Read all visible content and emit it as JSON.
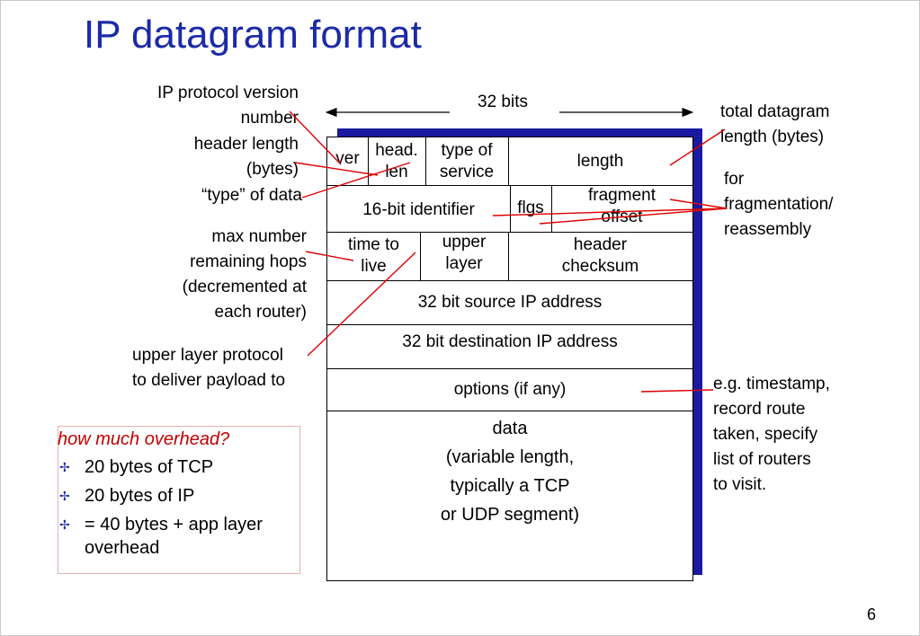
{
  "slide": {
    "title": "IP datagram format",
    "page_number": "6",
    "width_label": "32 bits"
  },
  "left_labels": {
    "version": [
      "IP protocol version",
      "number"
    ],
    "header_length": [
      "header length",
      "(bytes)"
    ],
    "type_of_data": "“type” of data",
    "max_hops": [
      "max number",
      "remaining hops",
      "(decremented at",
      "each router)"
    ],
    "upper_protocol": [
      "upper layer protocol",
      "to deliver payload to"
    ]
  },
  "right_labels": {
    "total_length": [
      "total datagram",
      "length (bytes)"
    ],
    "fragmentation": [
      "for",
      "fragmentation/",
      "reassembly"
    ],
    "options_note": [
      "e.g. timestamp,",
      "record route",
      "taken, specify",
      "list of routers",
      "to visit."
    ]
  },
  "fields": {
    "ver": "ver",
    "head_len": [
      "head.",
      "len"
    ],
    "type_of_service": [
      "type of",
      "service"
    ],
    "length": "length",
    "identifier": "16-bit identifier",
    "flags": "flgs",
    "fragment_offset": [
      "fragment",
      "offset"
    ],
    "ttl": [
      "time to",
      "live"
    ],
    "upper_layer": [
      "upper",
      "layer"
    ],
    "checksum": [
      "header",
      "checksum"
    ],
    "source": "32 bit source IP address",
    "destination": "32 bit destination IP address",
    "options": "options (if any)",
    "data": [
      "data",
      "(variable length,",
      "typically a TCP",
      "or UDP segment)"
    ]
  },
  "callout": {
    "question": "how much overhead?",
    "bullets": [
      "20 bytes of TCP",
      "20 bytes of IP",
      "= 40 bytes + app layer",
      "overhead"
    ],
    "bullet_icon": "diamond-cross-bullet-icon"
  },
  "colors": {
    "title": "#1a2aa8",
    "shadow": "#1a1aa0",
    "leader_lines": "#e00000",
    "question": "#c00000"
  }
}
